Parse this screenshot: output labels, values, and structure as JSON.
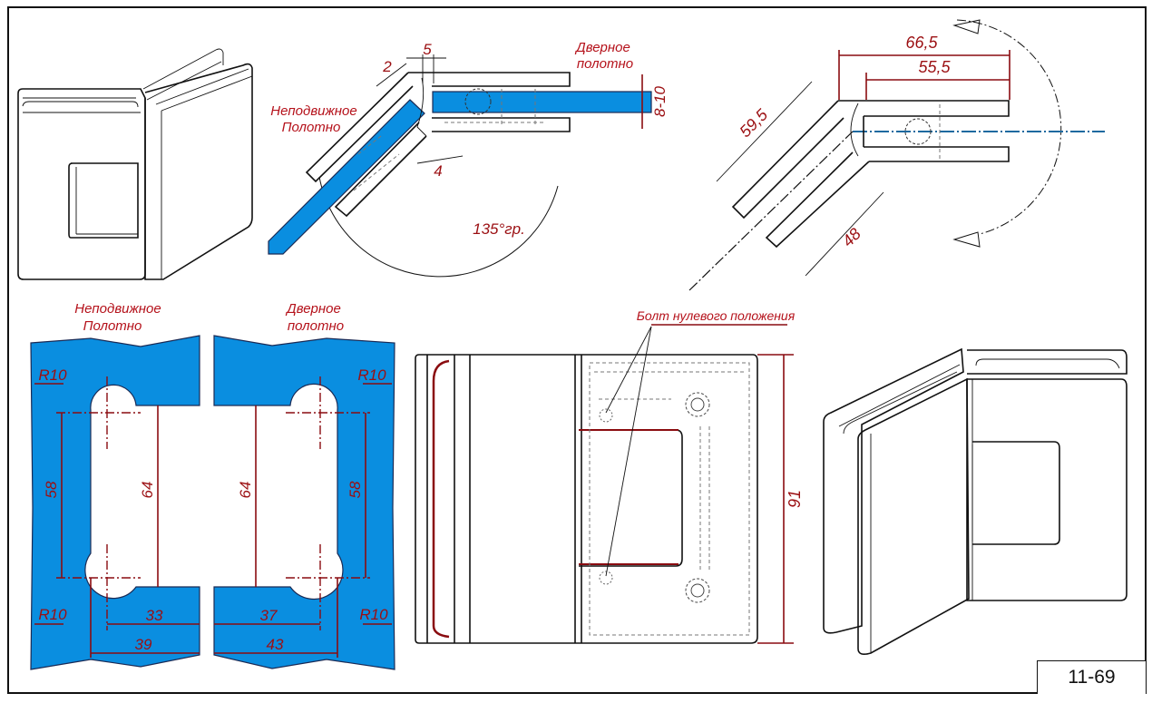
{
  "drawing": {
    "code": "11-69",
    "colors": {
      "dimension": "#9b0f12",
      "label": "#b5121b",
      "glass": "#0a8ee0",
      "outline": "#111111"
    }
  },
  "top_view_angle": {
    "label_fixed": [
      "Неподвижное",
      "Полотно"
    ],
    "label_door": [
      "Дверное",
      "полотно"
    ],
    "dim_gap_top": "5",
    "dim_offset": "2",
    "dim_gap_bottom": "4",
    "dim_glass_thickness": "8-10",
    "angle": "135°гр."
  },
  "top_view_dims": {
    "dim_overall_width": "66,5",
    "dim_leaf_width": "55,5",
    "dim_diag_long": "59,5",
    "dim_diag_short": "48"
  },
  "cutouts": {
    "label_fixed": [
      "Неподвижное",
      "Полотно"
    ],
    "label_door": [
      "Дверное",
      "полотно"
    ],
    "fixed": {
      "radius_top": "R10",
      "radius_bottom": "R10",
      "dim_vertical_outer": "58",
      "dim_vertical_inner": "64",
      "dim_horizontal_inner": "33",
      "dim_horizontal_outer": "39"
    },
    "door": {
      "radius_top": "R10",
      "radius_bottom": "R10",
      "dim_vertical_outer": "58",
      "dim_vertical_inner": "64",
      "dim_horizontal_inner": "37",
      "dim_horizontal_outer": "43"
    }
  },
  "front_view": {
    "bolt_label": "Болт нулевого положения",
    "dim_height": "91"
  }
}
